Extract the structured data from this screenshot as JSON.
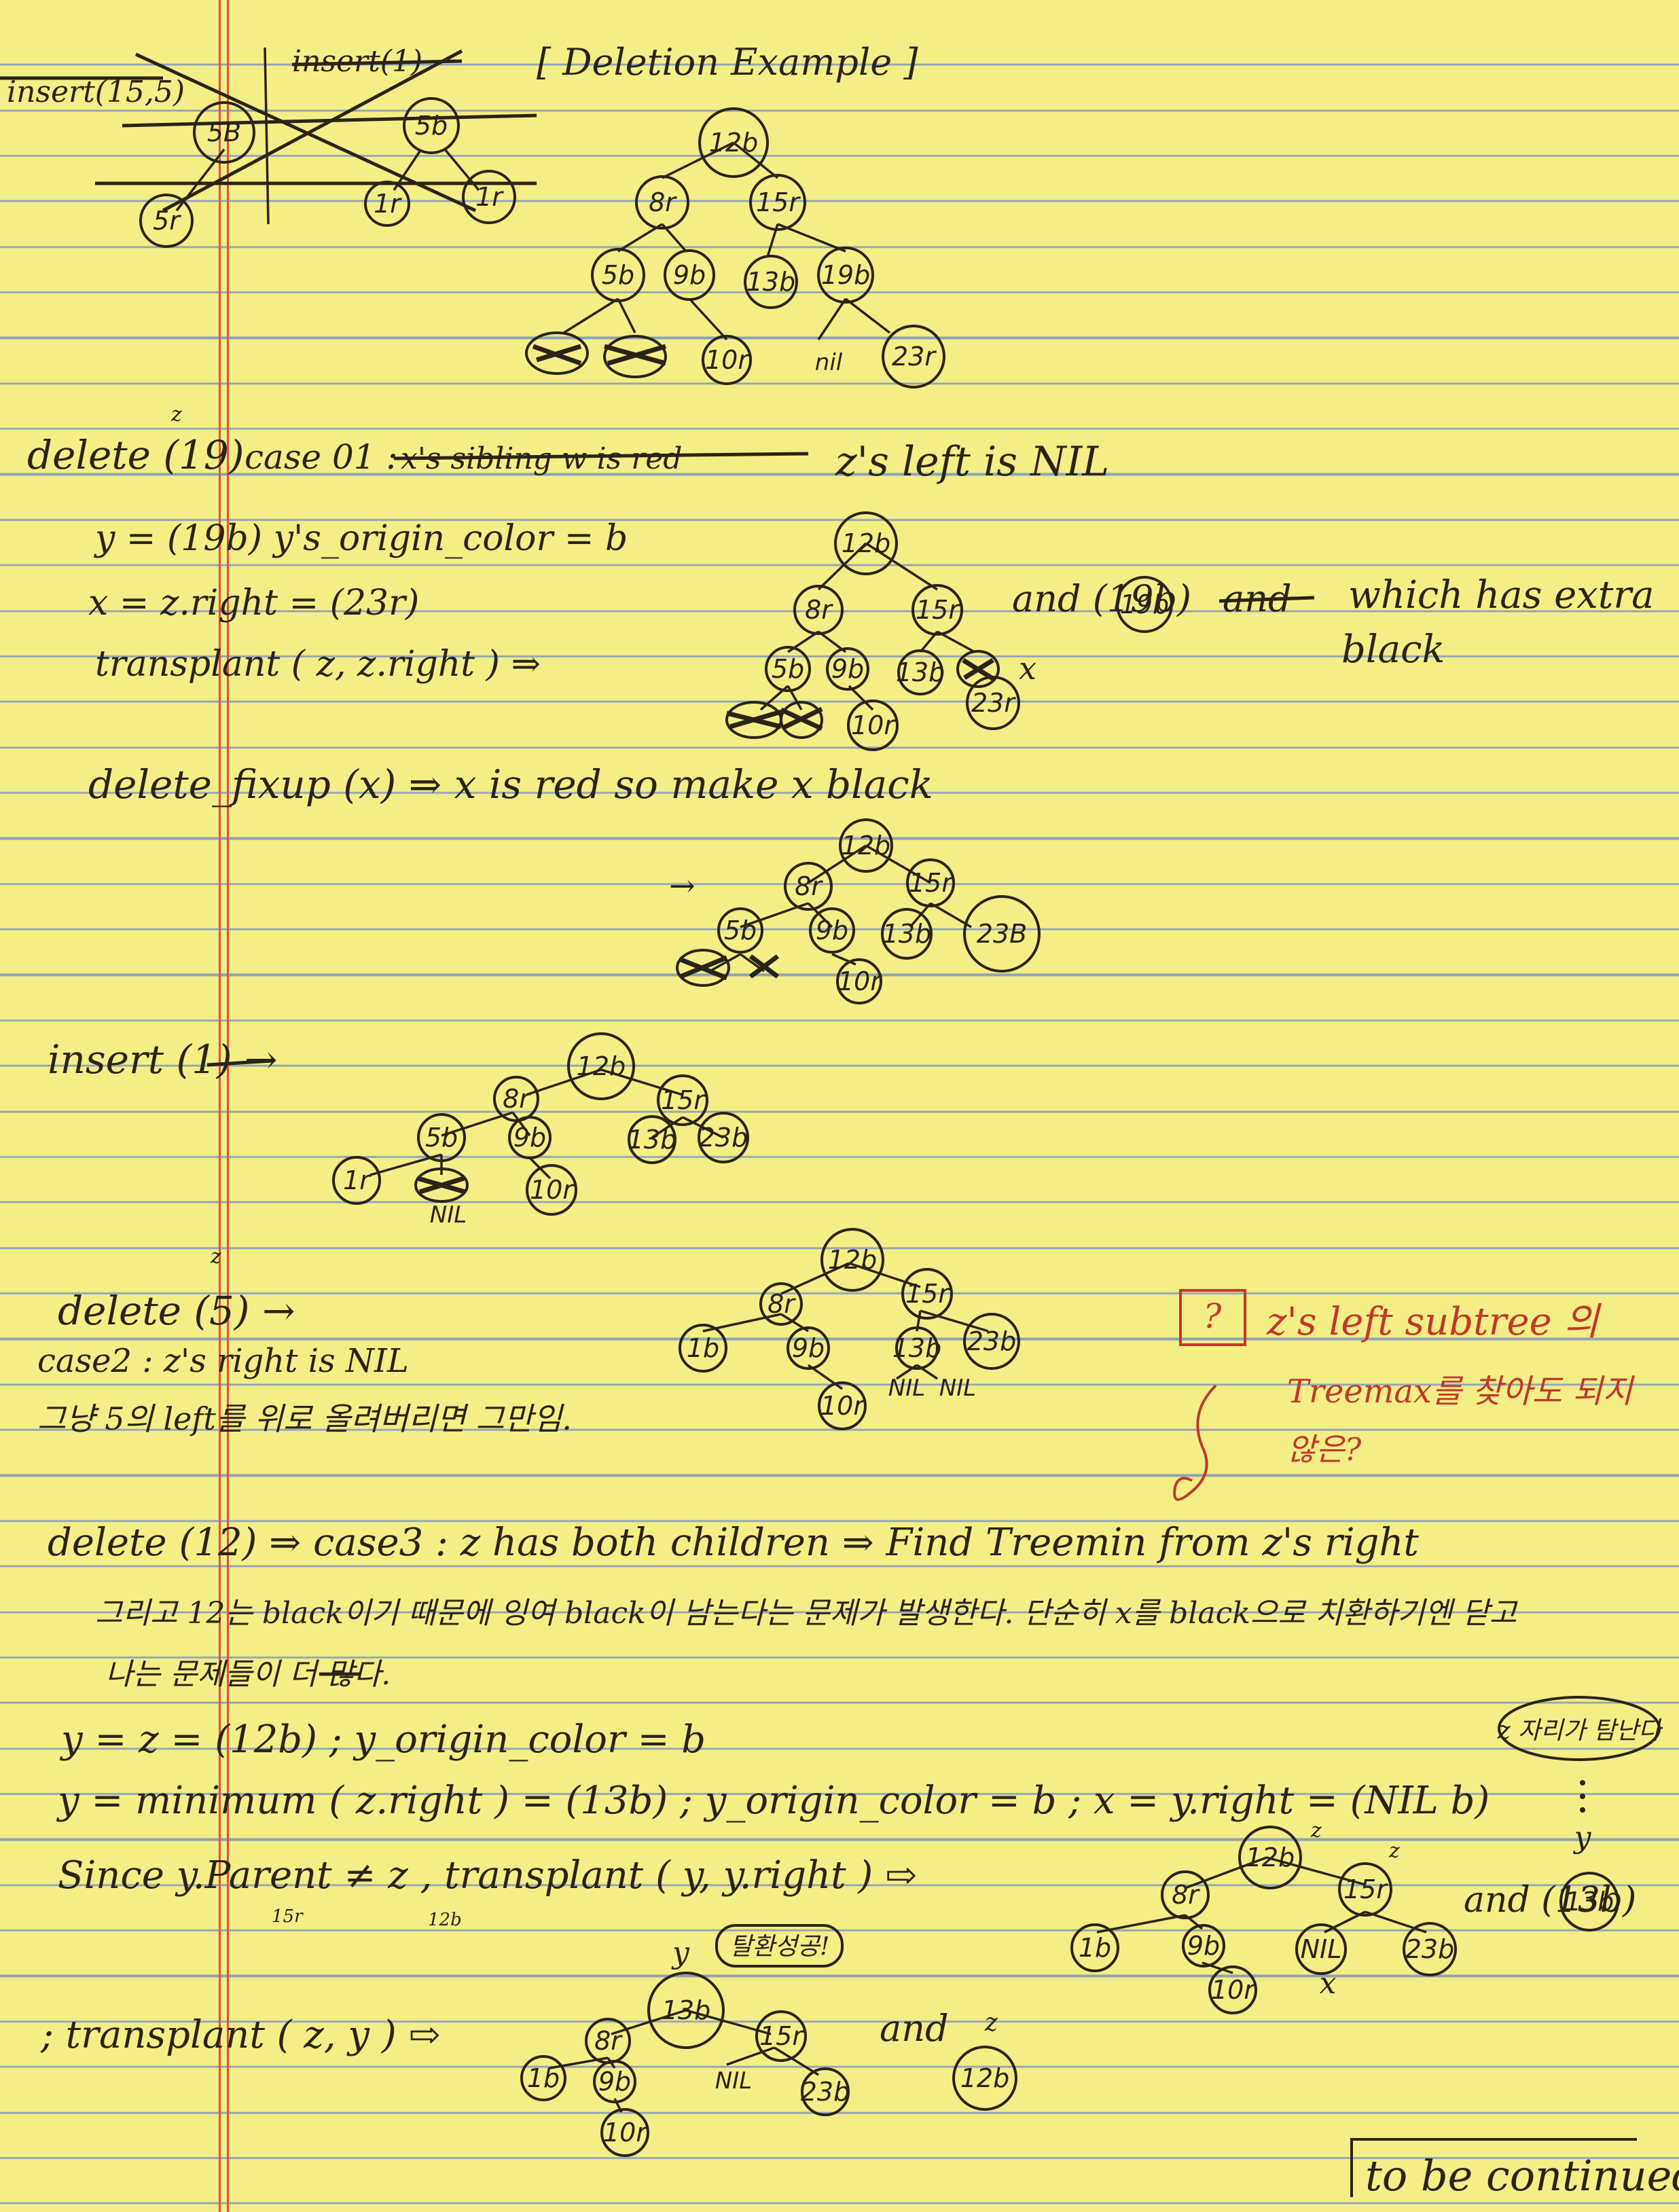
{
  "notes": {
    "corner_insert_left": "insert(15,5)",
    "corner_insert_right": "insert(1)",
    "title": "[ Deletion Example ]",
    "delete19_line": "delete (19)",
    "delete19_case": "case 01 :",
    "delete19_case_struck": "x's sibling w is red",
    "delete19_case_text": "z's left is NIL",
    "y_line": "y = (19b)  y's_origin_color = b",
    "x_line": "x = z.right = (23r)",
    "transplant_line": "transplant ( z, z.right ) ⇒",
    "and_line": "and (19b)",
    "and_struck": "and",
    "extra_black_1": "which has extra",
    "extra_black_2": "black",
    "fixup_line": "delete_fixup (x) ⇒ x is red so make x black",
    "arrow": "→",
    "insert1_line": "insert (1) →",
    "delete5_line": "delete (5) →",
    "case2_line": "case2 : z's right is NIL",
    "korean_1": "그냥 5의 left를 위로 올려버리면 그만임.",
    "question_box": "?",
    "red_note_1": "z's left subtree 의",
    "red_note_2": "Treemax를 찾아도 되지",
    "red_note_3": "않은?",
    "delete12_line": "delete (12) ⇒ case3 :  z has both children ⇒ Find Treemin from z's right",
    "korean_2": "그리고 12는 black이기 때문에 잉여 black이 남는다는 문제가 발생한다. 단순히 x를 black으로 치환하기엔 닫고",
    "korean_3": "나는 문제들이 더 많다.",
    "yz_line": "y = z = (12b) ; y_origin_color = b",
    "ymin_line": "y = minimum ( z.right ) = (13b) ; y_origin_color = b ;   x = y.right = (NIL b)",
    "since_line": "Since  y.Parent ≠ z ,  transplant ( y, y.right ) ⇨",
    "since_sub_1": "15r",
    "since_sub_2": "12b",
    "korean_bubble": "z 자리가 탐난다",
    "bubble_y": "y",
    "and_13b": "and (13b)",
    "transplant_zy": "; transplant ( z, y ) ⇨",
    "and_z": "and",
    "z_mark": "z",
    "success_bubble": "탈환성공!",
    "y_mark": "y",
    "to_be_continued": "to be continued"
  },
  "trees": {
    "corner": {
      "nodes": [
        "5B",
        "5r",
        "5b",
        "1r",
        "1r"
      ]
    },
    "t1": {
      "nodes": [
        "12b",
        "8r",
        "15r",
        "5b",
        "9b",
        "13b",
        "19b",
        "10r",
        "23r"
      ],
      "nil": "nil"
    },
    "t2": {
      "nodes": [
        "12b",
        "8r",
        "15r",
        "5b",
        "9b",
        "13b",
        "23r",
        "10r"
      ],
      "x": "x"
    },
    "t3": {
      "nodes": [
        "12b",
        "8r",
        "15r",
        "5b",
        "9b",
        "13b",
        "23B",
        "10r"
      ]
    },
    "t4": {
      "nodes": [
        "12b",
        "8r",
        "15r",
        "5b",
        "9b",
        "13b",
        "23b",
        "1r",
        "10r"
      ],
      "nil": "NIL"
    },
    "t5": {
      "nodes": [
        "12b",
        "8r",
        "15r",
        "1b",
        "9b",
        "13b",
        "23b",
        "10r"
      ],
      "nil1": "NIL",
      "nil2": "NIL"
    },
    "t6": {
      "nodes": [
        "12b",
        "8r",
        "15r",
        "1b",
        "9b",
        "NIL",
        "23b",
        "10r"
      ],
      "z1": "z",
      "z2": "z",
      "x": "x"
    },
    "t7": {
      "nodes": [
        "13b",
        "8r",
        "15r",
        "1b",
        "9b",
        "23b",
        "10r"
      ],
      "nil": "NIL"
    },
    "lone": {
      "nodes": [
        "12b",
        "19b",
        "13b"
      ]
    }
  },
  "colors": {
    "paper": "#f4ee86",
    "rule": "#8fa3b8",
    "margin": "#d8543f",
    "ink": "#2a2418",
    "red_ink": "#c0392b"
  }
}
